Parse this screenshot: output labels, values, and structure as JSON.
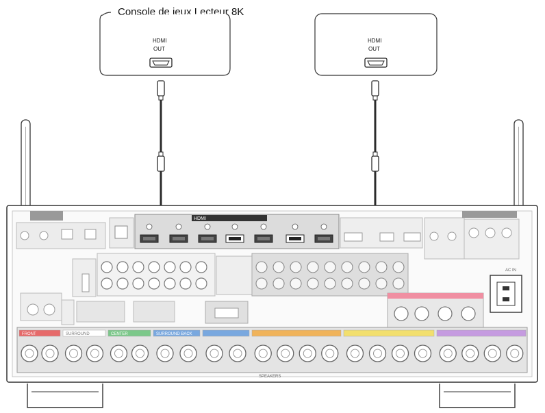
{
  "caption": "Console de jeux Lecteur 8K",
  "devices": [
    {
      "port_line1": "HDMI",
      "port_line2": "OUT"
    },
    {
      "port_line1": "HDMI",
      "port_line2": "OUT"
    }
  ],
  "receiver": {
    "hdmi_header": "HDMI",
    "section_labels": [
      "FRONT",
      "SURROUND",
      "CENTER",
      "SURROUND BACK",
      "SPEAKERS",
      "AC IN"
    ]
  },
  "colors": {
    "line": "#2b2b2b",
    "panel_gray": "#d8d8d8",
    "front_tab": "#e66a6a",
    "center_tab": "#7cc88a",
    "surround_tab": "#79a8df",
    "height_tab": "#f0b35a",
    "height2_tab": "#f2df6e",
    "extra_tab": "#c59be0",
    "sub_tab": "#f08fa2"
  }
}
